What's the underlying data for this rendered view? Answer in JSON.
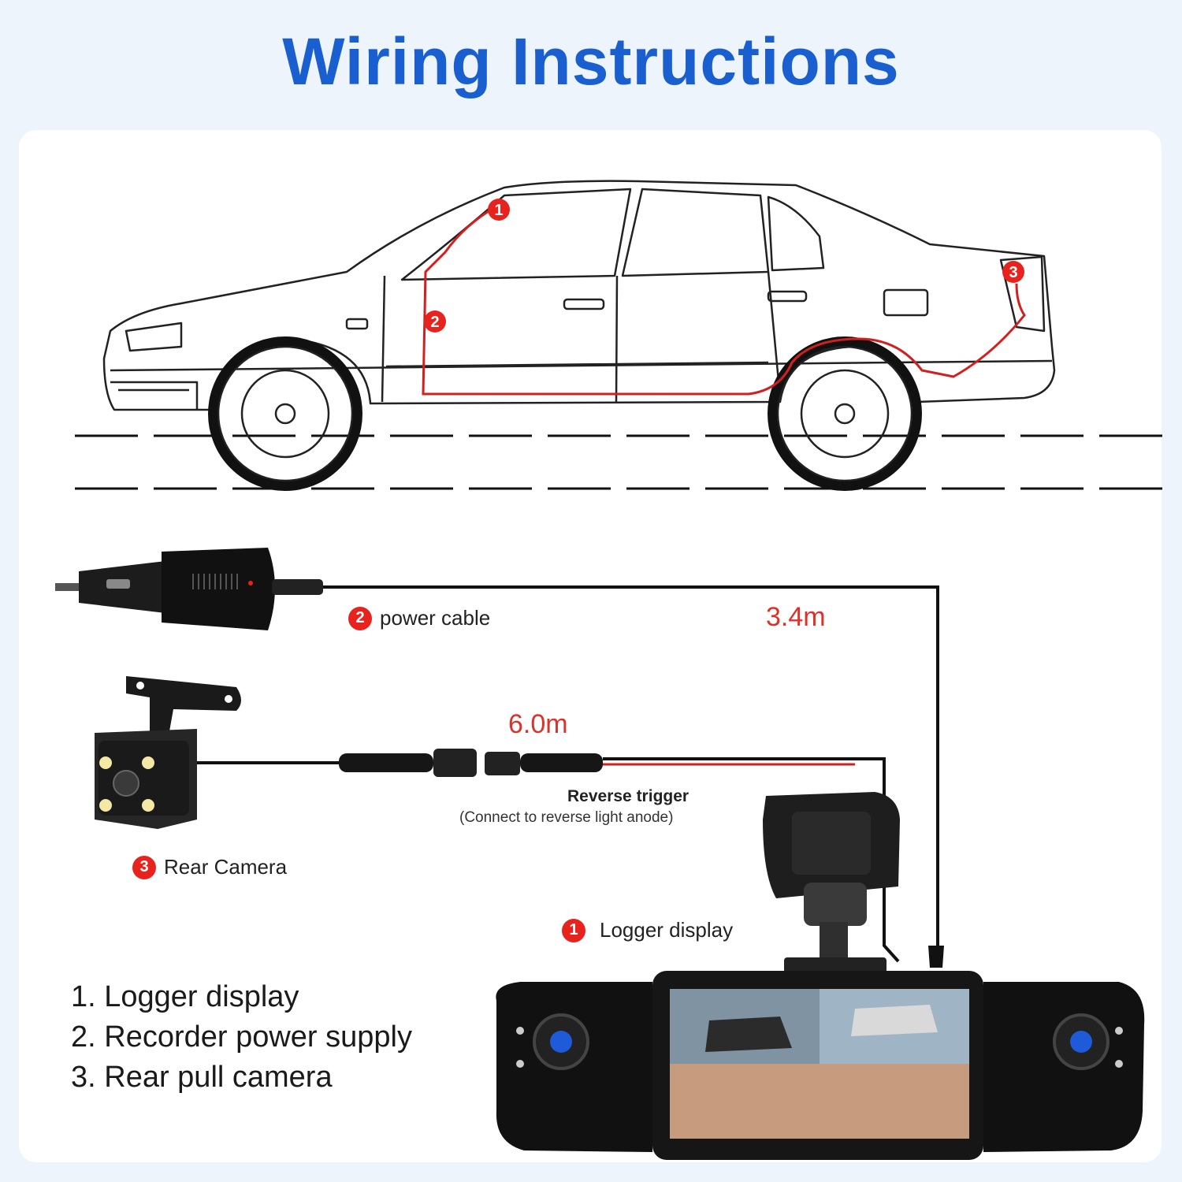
{
  "title": "Wiring Instructions",
  "car_markers": [
    "1",
    "2",
    "3"
  ],
  "power_cable": {
    "badge": "2",
    "label": "power cable",
    "length": "3.4m"
  },
  "rear_camera": {
    "badge": "3",
    "label": "Rear Camera",
    "length": "6.0m"
  },
  "reverse_trigger": {
    "title": "Reverse trigger",
    "note": "(Connect to reverse light anode)"
  },
  "logger": {
    "badge": "1",
    "label": "Logger display"
  },
  "legend": [
    "1. Logger display",
    "2. Recorder power supply",
    "3. Rear pull camera"
  ],
  "colors": {
    "title": "#1a5fd0",
    "badge": "#e8231d",
    "wire": "#d22020",
    "length_text": "#d9332c"
  },
  "icons": [
    "car-illustration",
    "car-charger-icon",
    "rear-camera-icon",
    "dash-cam-icon"
  ]
}
